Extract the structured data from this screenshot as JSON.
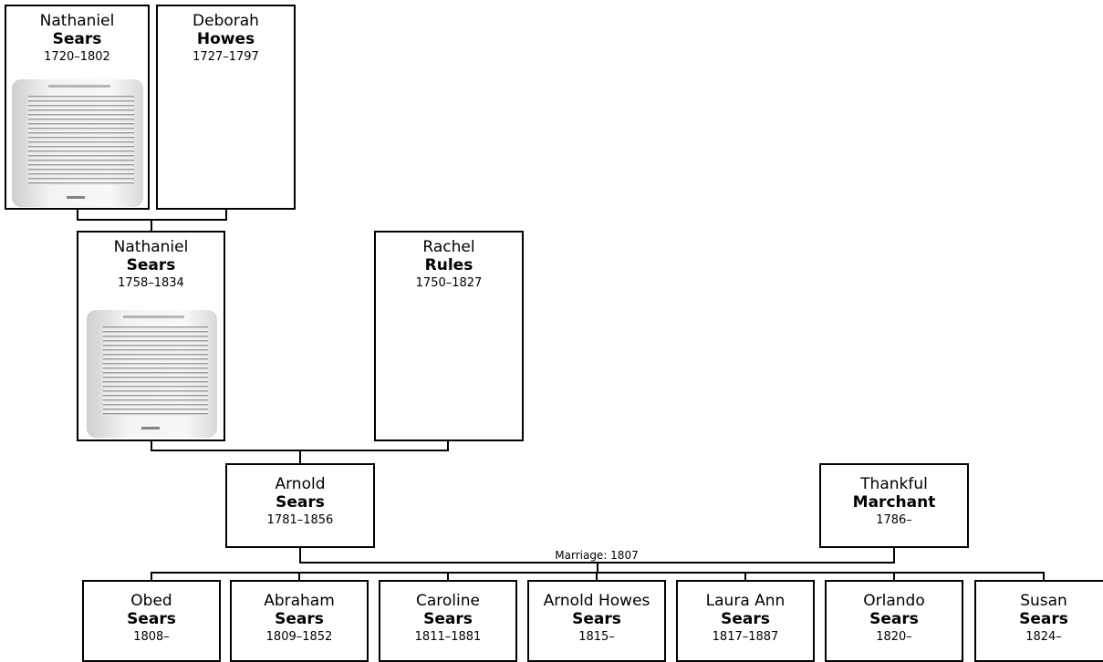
{
  "people": {
    "nathaniel_1720": {
      "given": "Nathaniel",
      "surname": "Sears",
      "years": "1720–1802",
      "has_document": true
    },
    "deborah_1727": {
      "given": "Deborah",
      "surname": "Howes",
      "years": "1727–1797",
      "has_document": false
    },
    "nathaniel_1758": {
      "given": "Nathaniel",
      "surname": "Sears",
      "years": "1758–1834",
      "has_document": true
    },
    "rachel_1750": {
      "given": "Rachel",
      "surname": "Rules",
      "years": "1750–1827",
      "has_document": false
    },
    "arnold_1781": {
      "given": "Arnold",
      "surname": "Sears",
      "years": "1781–1856"
    },
    "thankful_1786": {
      "given": "Thankful",
      "surname": "Marchant",
      "years": "1786–"
    }
  },
  "marriage_label": "Marriage: 1807",
  "children": [
    {
      "given": "Obed",
      "surname": "Sears",
      "years": "1808–"
    },
    {
      "given": "Abraham",
      "surname": "Sears",
      "years": "1809–1852"
    },
    {
      "given": "Caroline",
      "surname": "Sears",
      "years": "1811–1881"
    },
    {
      "given": "Arnold Howes",
      "surname": "Sears",
      "years": "1815–"
    },
    {
      "given": "Laura Ann",
      "surname": "Sears",
      "years": "1817–1887"
    },
    {
      "given": "Orlando",
      "surname": "Sears",
      "years": "1820–"
    },
    {
      "given": "Susan",
      "surname": "Sears",
      "years": "1824–"
    }
  ],
  "colors": {
    "line": "#000000",
    "box_border": "#000000",
    "background": "#ffffff"
  }
}
